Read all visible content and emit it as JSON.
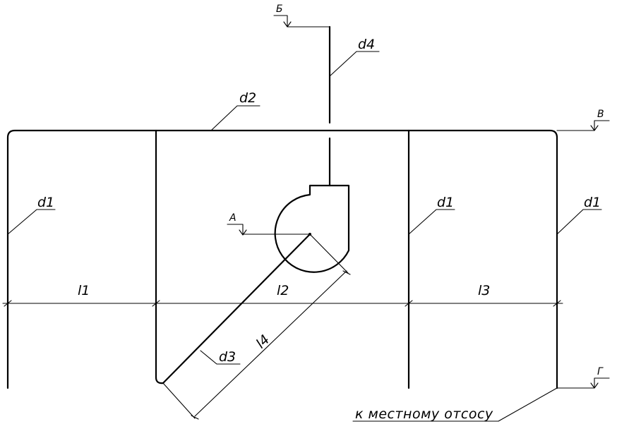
{
  "labels": {
    "d1_left": "d1",
    "d1_mid": "d1",
    "d1_right": "d1",
    "d2": "d2",
    "d3": "d3",
    "d4": "d4",
    "l1": "l1",
    "l2": "l2",
    "l3": "l3",
    "l4": "l4",
    "A": "А",
    "B": "Б",
    "V": "В",
    "G": "Г",
    "note": "к местному отсосу"
  }
}
